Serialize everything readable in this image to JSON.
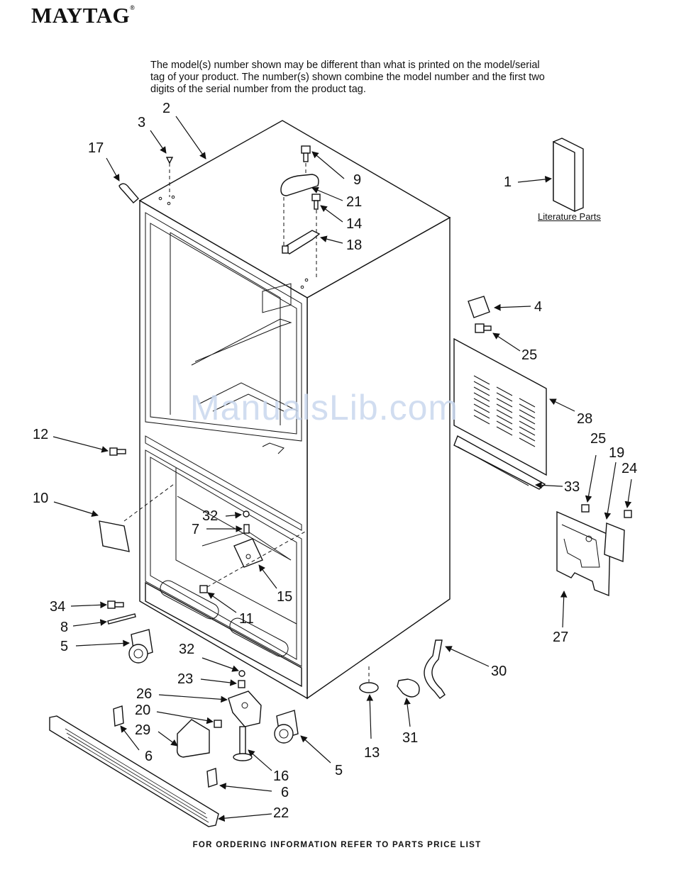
{
  "header": {
    "brand": "MAYTAG",
    "registered_mark": "®"
  },
  "note": "The model(s) number shown may be different than what is printed on the model/serial tag of your product. The number(s) shown combine the model number and the first two digits of the serial number from the product tag.",
  "literature_label": "Literature Parts",
  "watermark": "ManualsLib.com",
  "footer": "FOR ORDERING INFORMATION REFER TO PARTS PRICE LIST",
  "callouts": [
    {
      "id": "c1",
      "text": "1"
    },
    {
      "id": "c2",
      "text": "2"
    },
    {
      "id": "c3",
      "text": "3"
    },
    {
      "id": "c4",
      "text": "4"
    },
    {
      "id": "c5a",
      "text": "5"
    },
    {
      "id": "c5b",
      "text": "5"
    },
    {
      "id": "c6a",
      "text": "6"
    },
    {
      "id": "c6b",
      "text": "6"
    },
    {
      "id": "c7",
      "text": "7"
    },
    {
      "id": "c8",
      "text": "8"
    },
    {
      "id": "c9",
      "text": "9"
    },
    {
      "id": "c10",
      "text": "10"
    },
    {
      "id": "c11",
      "text": "11"
    },
    {
      "id": "c12",
      "text": "12"
    },
    {
      "id": "c13",
      "text": "13"
    },
    {
      "id": "c14",
      "text": "14"
    },
    {
      "id": "c15",
      "text": "15"
    },
    {
      "id": "c16",
      "text": "16"
    },
    {
      "id": "c17",
      "text": "17"
    },
    {
      "id": "c18",
      "text": "18"
    },
    {
      "id": "c19",
      "text": "19"
    },
    {
      "id": "c20",
      "text": "20"
    },
    {
      "id": "c21",
      "text": "21"
    },
    {
      "id": "c22",
      "text": "22"
    },
    {
      "id": "c23",
      "text": "23"
    },
    {
      "id": "c24",
      "text": "24"
    },
    {
      "id": "c25a",
      "text": "25"
    },
    {
      "id": "c25b",
      "text": "25"
    },
    {
      "id": "c26",
      "text": "26"
    },
    {
      "id": "c27",
      "text": "27"
    },
    {
      "id": "c28",
      "text": "28"
    },
    {
      "id": "c29",
      "text": "29"
    },
    {
      "id": "c30",
      "text": "30"
    },
    {
      "id": "c31",
      "text": "31"
    },
    {
      "id": "c32a",
      "text": "32"
    },
    {
      "id": "c32b",
      "text": "32"
    },
    {
      "id": "c33",
      "text": "33"
    },
    {
      "id": "c34",
      "text": "34"
    }
  ]
}
